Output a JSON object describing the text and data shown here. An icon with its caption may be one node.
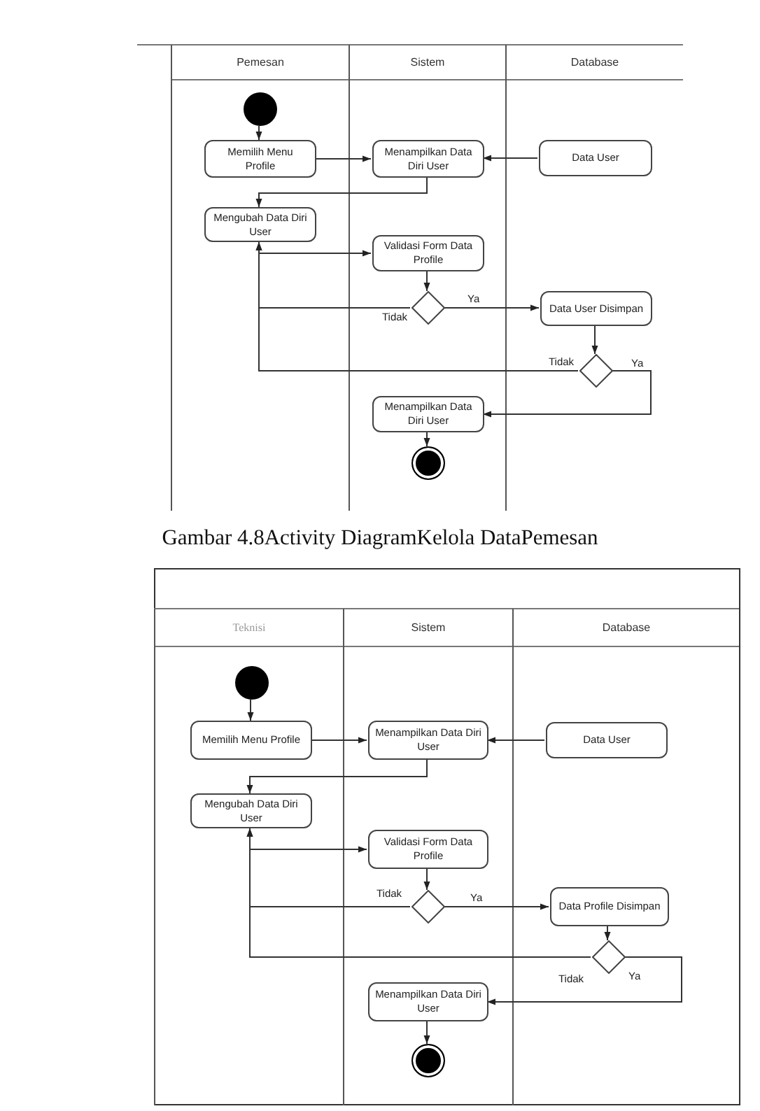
{
  "diagram": {
    "caption": "Gambar 4.8Activity DiagramKelola DataPemesan",
    "nodes": [
      {
        "text": [
          "Pemesan"
        ]
      },
      {
        "text": [
          "Sistem"
        ]
      },
      {
        "text": [
          "Database"
        ]
      },
      {
        "text": [],
        "shape": "circle",
        "in": 0
      },
      {
        "text": [
          "Memilih Menu Profile"
        ],
        "in": 0
      },
      {
        "text": [
          "Menampilkan Data Diri User"
        ],
        "in": 1
      },
      {
        "text": [
          "Data User"
        ],
        "in": 2
      },
      {
        "text": [
          "Mengubah Data Diri User"
        ],
        "in": 0
      },
      {
        "text": [
          "Validasi Form Data Profile"
        ],
        "in": 1
      },
      {
        "text": [],
        "shape": "diamond",
        "in": 1
      },
      {
        "text": [
          "Data User Disimpan"
        ],
        "in": 2
      },
      {
        "text": [],
        "shape": "diamond",
        "in": 2
      },
      {
        "text": [
          "Menampilkan Data Diri User"
        ],
        "in": 1
      },
      {
        "text": [],
        "shape": "bullseye",
        "in": 1
      },
      {
        "text": [
          "Teknisi"
        ]
      },
      {
        "text": [
          "Sistem"
        ]
      },
      {
        "text": [
          "Database"
        ]
      },
      {
        "text": [],
        "shape": "circle",
        "in": 14
      },
      {
        "text": [
          "Memilih Menu Profile"
        ],
        "in": 14
      },
      {
        "text": [
          "Menampilkan Data Diri User"
        ],
        "in": 15
      },
      {
        "text": [
          "Data User"
        ],
        "in": 16
      },
      {
        "text": [
          "Mengubah Data Diri User"
        ],
        "in": 14
      },
      {
        "text": [
          "Validasi Form Data Profile"
        ],
        "in": 15
      },
      {
        "text": [],
        "shape": "diamond",
        "in": 15
      },
      {
        "text": [
          "Data Profile Disimpan"
        ],
        "in": 16
      },
      {
        "text": [],
        "shape": "diamond",
        "in": 16
      },
      {
        "text": [
          "Menampilkan Data Diri User"
        ],
        "in": 15
      },
      {
        "text": [],
        "shape": "bullseye",
        "in": 15
      }
    ],
    "edges": [
      {
        "from": 3,
        "to": 4,
        "arrow": "to"
      },
      {
        "from": 4,
        "to": 5,
        "arrow": "to"
      },
      {
        "from": 6,
        "to": 5,
        "arrow": "to"
      },
      {
        "from": 5,
        "to": 7,
        "arrow": "to"
      },
      {
        "from": 7,
        "to": 8,
        "arrow": "to"
      },
      {
        "from": 8,
        "to": 9,
        "arrow": "to"
      },
      {
        "from": 9,
        "to": 7,
        "arrow": "to",
        "label": "Tidak"
      },
      {
        "from": 9,
        "to": 10,
        "arrow": "to",
        "label": "Ya"
      },
      {
        "from": 10,
        "to": 11,
        "arrow": "to"
      },
      {
        "from": 11,
        "to": 7,
        "arrow": "to",
        "label": "Tidak"
      },
      {
        "from": 11,
        "to": 12,
        "arrow": "to",
        "label": "Ya"
      },
      {
        "from": 12,
        "to": 13,
        "arrow": "to"
      },
      {
        "from": 17,
        "to": 18,
        "arrow": "to"
      },
      {
        "from": 18,
        "to": 19,
        "arrow": "to"
      },
      {
        "from": 20,
        "to": 19,
        "arrow": "to"
      },
      {
        "from": 19,
        "to": 21,
        "arrow": "to"
      },
      {
        "from": 21,
        "to": 22,
        "arrow": "to"
      },
      {
        "from": 22,
        "to": 23,
        "arrow": "to"
      },
      {
        "from": 23,
        "to": 21,
        "arrow": "to",
        "label": "Tidak"
      },
      {
        "from": 23,
        "to": 24,
        "arrow": "to",
        "label": "Ya"
      },
      {
        "from": 24,
        "to": 25,
        "arrow": "to"
      },
      {
        "from": 25,
        "to": 21,
        "arrow": "to",
        "label": "Tidak"
      },
      {
        "from": 25,
        "to": 26,
        "arrow": "to",
        "label": "Ya"
      },
      {
        "from": 26,
        "to": 27,
        "arrow": "to"
      }
    ]
  }
}
